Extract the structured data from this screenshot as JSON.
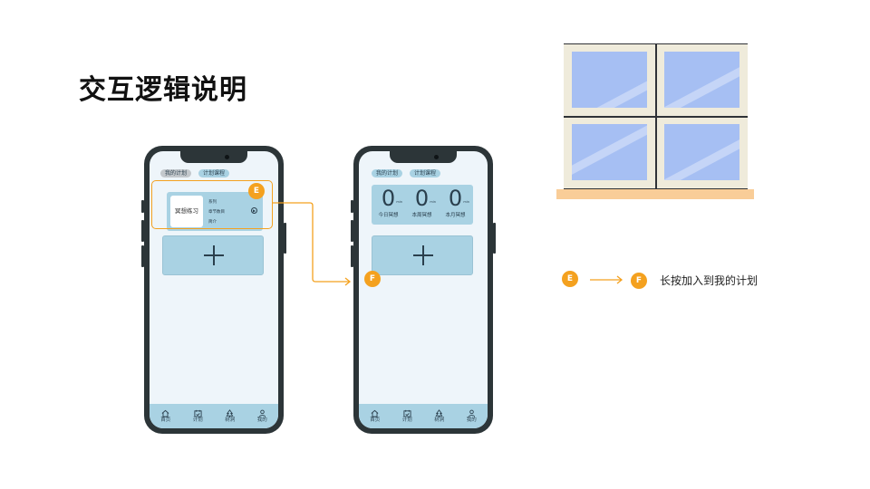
{
  "title": "交互逻辑说明",
  "colors": {
    "accent": "#f4a11f",
    "card": "#a9d2e3",
    "screen": "#eef5fa",
    "phone": "#2c3538"
  },
  "phone1": {
    "tabs": [
      "我的计划",
      "计划课程"
    ],
    "card": {
      "thumb_label": "冥想练习",
      "meta": [
        "系列",
        "章节数目",
        "简介"
      ],
      "play_icon": "play-circle-icon"
    },
    "add_icon": "plus-icon"
  },
  "phone2": {
    "tabs": [
      "我的计划",
      "计划课程"
    ],
    "stats": [
      {
        "value": "0",
        "unit": "min",
        "label": "今日冥想"
      },
      {
        "value": "0",
        "unit": "min",
        "label": "本周冥想"
      },
      {
        "value": "0",
        "unit": "min",
        "label": "本月冥想"
      }
    ],
    "add_icon": "plus-icon"
  },
  "navbar": [
    {
      "icon": "home-icon",
      "label": "首页"
    },
    {
      "icon": "calendar-icon",
      "label": "计划"
    },
    {
      "icon": "tree-icon",
      "label": "树洞"
    },
    {
      "icon": "user-icon",
      "label": "我的"
    }
  ],
  "markers": {
    "e": "E",
    "f": "F"
  },
  "legend": {
    "from": "E",
    "to": "F",
    "text": "长按加入到我的计划"
  }
}
